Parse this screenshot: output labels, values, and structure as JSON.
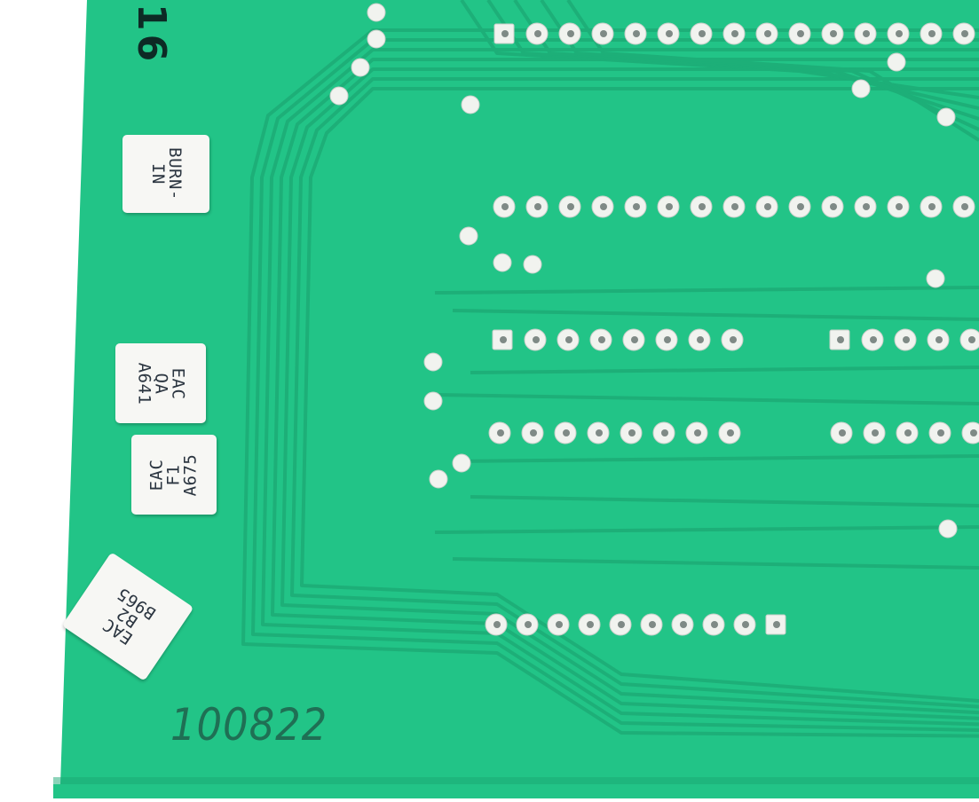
{
  "board": {
    "background": "#22c487",
    "trace_color": "#1daf78",
    "edge_color": "#ffffff",
    "silkscreen_number": "100822",
    "silkscreen_corner": "16"
  },
  "stickers": {
    "burn_in": [
      "BURN-",
      "IN"
    ],
    "eac_qa": [
      "EAC",
      "QA",
      "A641"
    ],
    "eac_f1": [
      "EAC",
      "F1",
      "A675"
    ],
    "eac_b2": [
      "EAC",
      "B2",
      "B965"
    ]
  }
}
